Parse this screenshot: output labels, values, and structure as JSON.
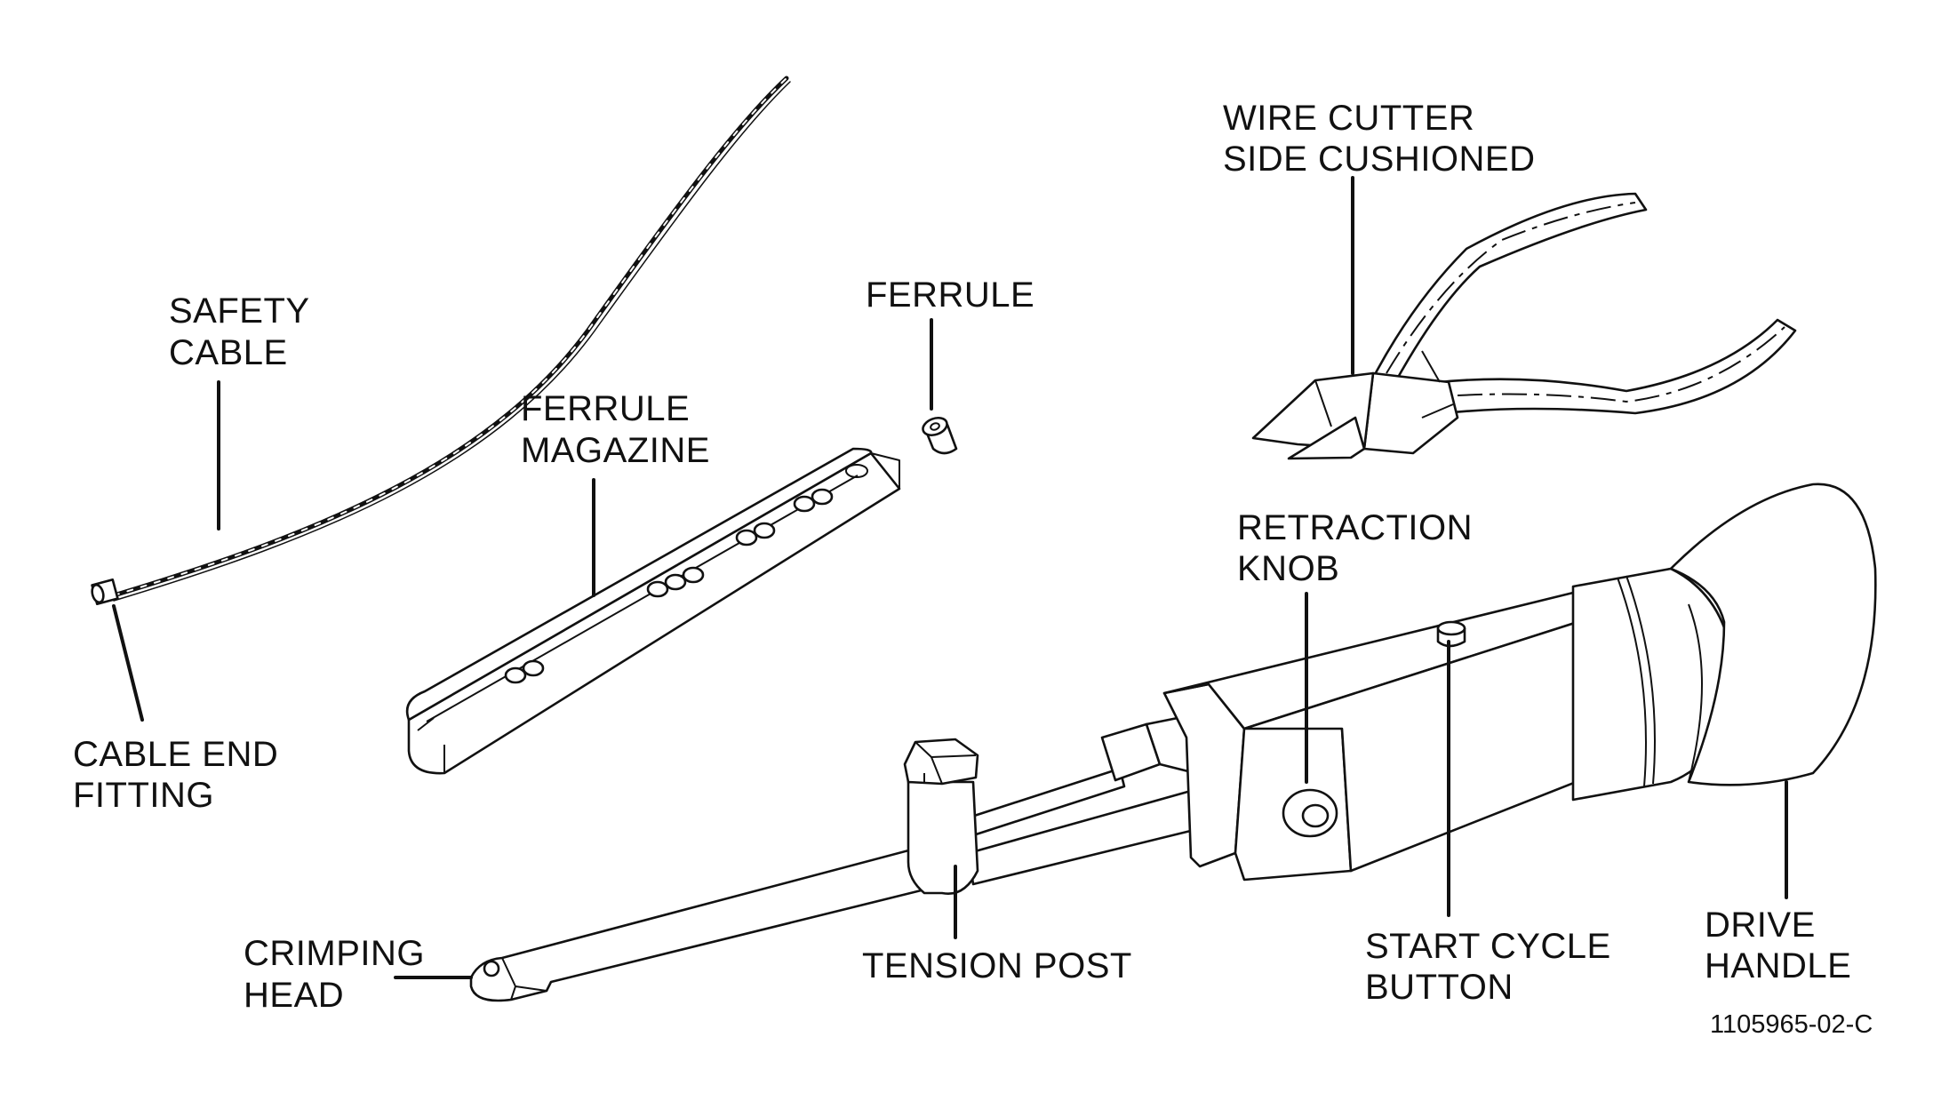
{
  "labels": {
    "safety_cable": [
      "SAFETY",
      "CABLE"
    ],
    "cable_end_fitting": [
      "CABLE END",
      "FITTING"
    ],
    "ferrule_magazine": [
      "FERRULE",
      "MAGAZINE"
    ],
    "ferrule": [
      "FERRULE"
    ],
    "wire_cutter": [
      "WIRE CUTTER",
      "SIDE CUSHIONED"
    ],
    "retraction_knob": [
      "RETRACTION",
      "KNOB"
    ],
    "crimping_head": [
      "CRIMPING",
      "HEAD"
    ],
    "tension_post": [
      "TENSION POST"
    ],
    "start_cycle_button": [
      "START CYCLE",
      "BUTTON"
    ],
    "drive_handle": [
      "DRIVE",
      "HANDLE"
    ]
  },
  "figure_ref": "1105965-02-C"
}
